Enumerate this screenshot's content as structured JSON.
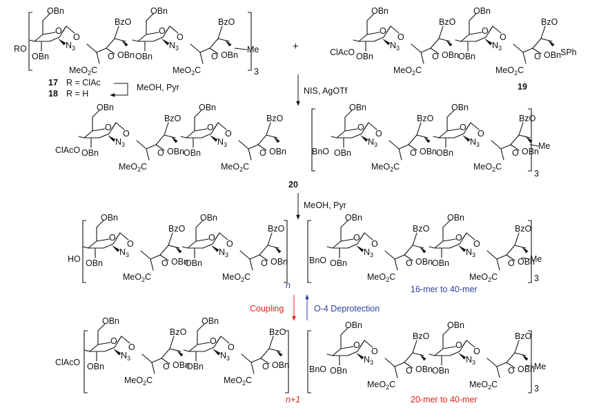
{
  "colors": {
    "blue": "#2d3f9a",
    "red": "#e0201b",
    "black": "#111111"
  },
  "groups": {
    "obn": "OBn",
    "bno": "BnO",
    "bzo": "BzO",
    "n3": "N",
    "n3_sub": "3",
    "meo2c": "MeO",
    "meo2c_sub": "2",
    "meo2c_tail": "C",
    "o": "O",
    "me": "Me",
    "ro": "RO",
    "clacor": "ClAcO",
    "ho": "HO",
    "sph": "SPh",
    "plus": "+",
    "repeat_3": "3"
  },
  "compounds": {
    "c17_num": "17",
    "c17_def": "R = ClAc",
    "c18_num": "18",
    "c18_def": "R = H",
    "c19": "19",
    "c20": "20"
  },
  "conditions": {
    "step1": "MeOH, Pyr",
    "step2": "NIS, AgOTf",
    "step3": "MeOH, Pyr",
    "coupling": "Coupling",
    "deprotection": "O-4 Deprotection"
  },
  "repeats": {
    "n": "n",
    "n_plus_1": "n+1",
    "range_top": "16-mer to 40-mer",
    "range_bottom": "20-mer to 40-mer"
  }
}
